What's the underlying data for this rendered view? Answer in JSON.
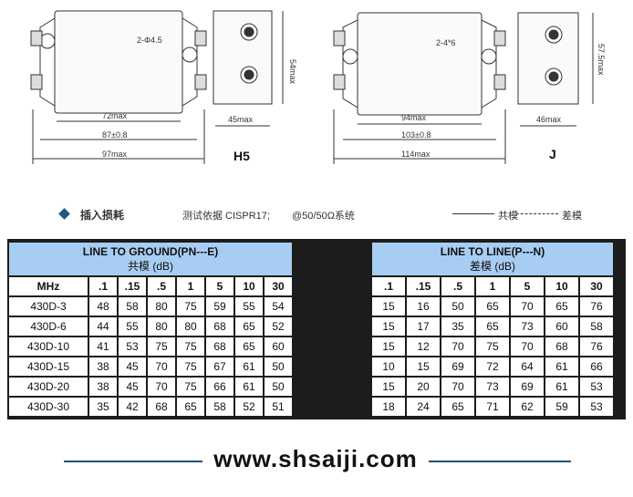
{
  "drawing_h5": {
    "hole": "2-Φ4.5",
    "height": "54max",
    "width_side": "45max",
    "dims": [
      "72max",
      "87±0.8",
      "97max"
    ],
    "model": "H5"
  },
  "drawing_j": {
    "hole": "2-4*6",
    "height": "57.5max",
    "width_side": "46max",
    "dims": [
      "94max",
      "103±0.8",
      "114max"
    ],
    "model": "J"
  },
  "section": {
    "title": "插入损耗",
    "note_basis": "测试依据 CISPR17;",
    "note_system": "@50/50Ω系统",
    "legend_common": "共模",
    "legend_diff": "差模"
  },
  "table_ground": {
    "title": "LINE TO GROUND(PN---E)",
    "subtitle": "共模     (dB)",
    "freq_label": "MHz",
    "freqs": [
      ".1",
      ".15",
      ".5",
      "1",
      "5",
      "10",
      "30"
    ],
    "rows": [
      {
        "model": "430D-3",
        "values": [
          "48",
          "58",
          "80",
          "75",
          "59",
          "55",
          "54"
        ]
      },
      {
        "model": "430D-6",
        "values": [
          "44",
          "55",
          "80",
          "80",
          "68",
          "65",
          "52"
        ]
      },
      {
        "model": "430D-10",
        "values": [
          "41",
          "53",
          "75",
          "75",
          "68",
          "65",
          "60"
        ]
      },
      {
        "model": "430D-15",
        "values": [
          "38",
          "45",
          "70",
          "75",
          "67",
          "61",
          "50"
        ]
      },
      {
        "model": "430D-20",
        "values": [
          "38",
          "45",
          "70",
          "75",
          "66",
          "61",
          "50"
        ]
      },
      {
        "model": "430D-30",
        "values": [
          "35",
          "42",
          "68",
          "65",
          "58",
          "52",
          "51"
        ]
      }
    ]
  },
  "table_line": {
    "title": "LINE TO LINE(P---N)",
    "subtitle": "差模     (dB)",
    "freqs": [
      ".1",
      ".15",
      ".5",
      "1",
      "5",
      "10",
      "30"
    ],
    "rows": [
      [
        "15",
        "16",
        "50",
        "65",
        "70",
        "65",
        "76"
      ],
      [
        "15",
        "17",
        "35",
        "65",
        "73",
        "60",
        "58"
      ],
      [
        "15",
        "12",
        "70",
        "75",
        "70",
        "68",
        "76"
      ],
      [
        "10",
        "15",
        "69",
        "72",
        "64",
        "61",
        "66"
      ],
      [
        "15",
        "20",
        "70",
        "73",
        "69",
        "61",
        "53"
      ],
      [
        "18",
        "24",
        "65",
        "71",
        "62",
        "59",
        "53"
      ]
    ]
  },
  "website": "www.shsaiji.com"
}
